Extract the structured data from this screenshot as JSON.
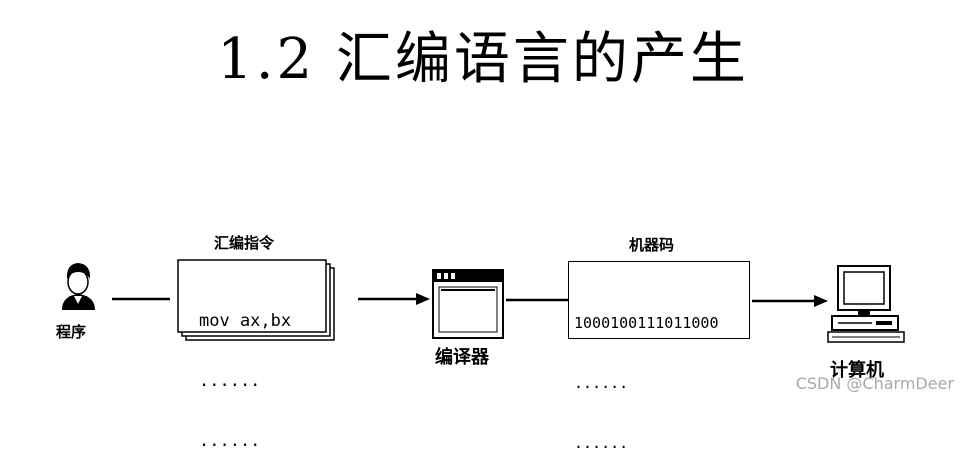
{
  "title": "1.2 汇编语言的产生",
  "nodes": {
    "programmer": {
      "label": "程序",
      "icon": "programmer-icon"
    },
    "assembly": {
      "header": "汇编指令",
      "lines": [
        "mov ax,bx",
        "......",
        "......"
      ]
    },
    "compiler": {
      "label": "编译器",
      "icon": "compiler-window-icon"
    },
    "machine_code": {
      "header": "机器码",
      "lines": [
        "1000100111011000",
        "......",
        "......"
      ]
    },
    "computer": {
      "label": "计算机",
      "icon": "computer-icon"
    }
  },
  "watermark": "CSDN @CharmDeer"
}
